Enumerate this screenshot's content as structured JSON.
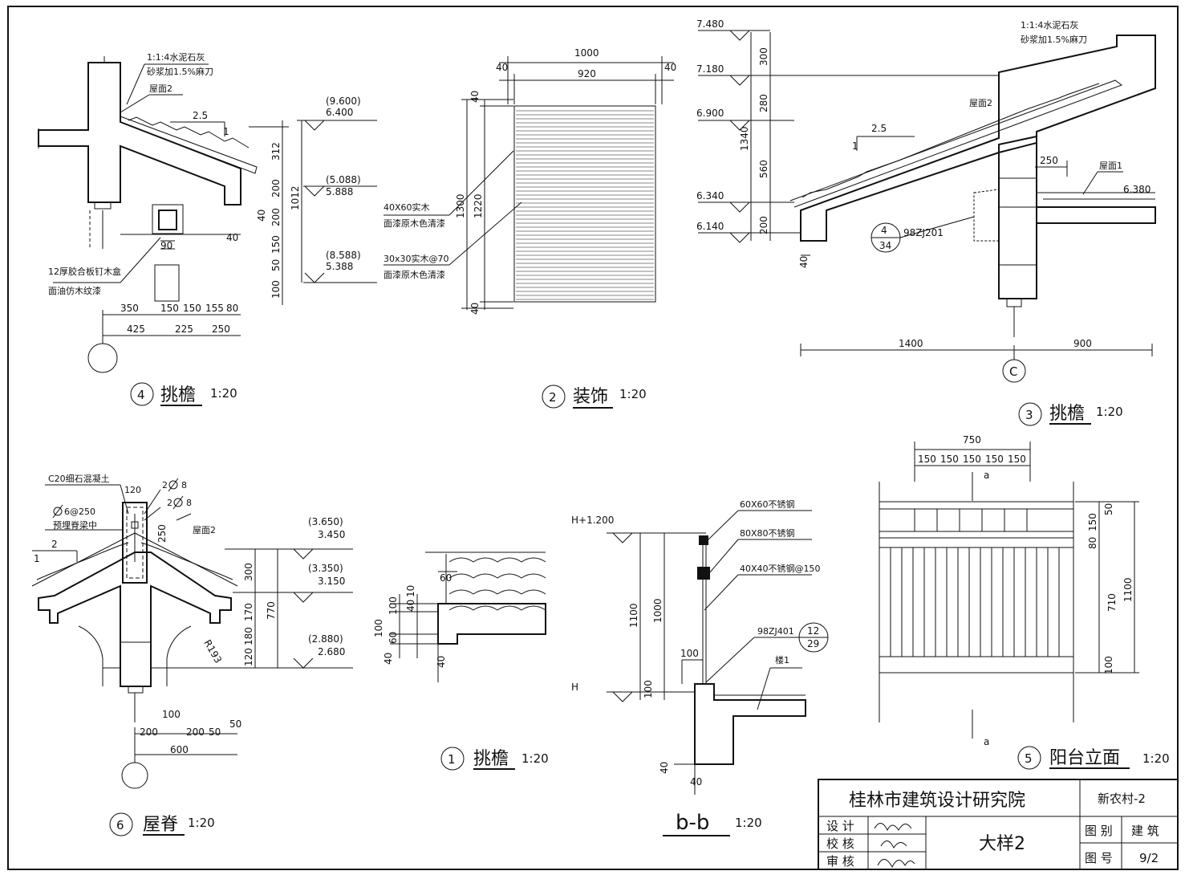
{
  "details": {
    "d4": {
      "num": "4",
      "name": "挑檐",
      "scale": "1:20",
      "note1": "1:1:4水泥石灰",
      "note2": "砂浆加1.5%麻刀",
      "roof": "屋面2",
      "slope": "2.5",
      "slope_unit": "1",
      "elev": [
        "(9.600)",
        "6.400",
        "(5.088)",
        "5.888",
        "(8.588)",
        "5.388"
      ],
      "vdims": [
        "312",
        "200",
        "200",
        "150",
        "50",
        "100"
      ],
      "total": "1012",
      "small": [
        "40",
        "40",
        "90"
      ],
      "hdims_top": [
        "350",
        "150",
        "150",
        "155",
        "80"
      ],
      "hdims_bot": [
        "425",
        "225",
        "250"
      ],
      "box_note1": "12厚胶合板钉木盒",
      "box_note2": "面油仿木纹漆"
    },
    "d2": {
      "num": "2",
      "name": "装饰",
      "scale": "1:20",
      "w_total": "1000",
      "w_in": "920",
      "w_side": "40",
      "h_total": "1300",
      "h_in": "1220",
      "h_side": "40",
      "note1": "40X60实木",
      "note2": "面漆原木色清漆",
      "note3": "30x30实木@70",
      "note4": "面漆原木色清漆"
    },
    "d3": {
      "num": "3",
      "name": "挑檐",
      "scale": "1:20",
      "elev": [
        "7.480",
        "7.180",
        "6.900",
        "6.340",
        "6.140",
        "6.380"
      ],
      "vdims": [
        "300",
        "280",
        "560",
        "200"
      ],
      "total": "1340",
      "note1": "1:1:4水泥石灰",
      "note2": "砂浆加1.5%麻刀",
      "roof2": "屋面2",
      "roof1": "屋面1",
      "slope": "2.5",
      "slope_unit": "1",
      "d250": "250",
      "ref_top": "4",
      "ref_bot": "34",
      "ref_code": "98ZJ201",
      "d40": "40",
      "d1400": "1400",
      "d900": "900",
      "axis": "C"
    },
    "d5": {
      "num": "5",
      "name": "阳台立面",
      "scale": "1:20",
      "w_total": "750",
      "w_parts": [
        "150",
        "150",
        "150",
        "150",
        "150"
      ],
      "v_parts": [
        "50",
        "150",
        "80",
        "710",
        "100"
      ],
      "v_total": "1100",
      "sec": "a"
    },
    "d6": {
      "num": "6",
      "name": "屋脊",
      "scale": "1:20",
      "concrete": "C20细石混凝土",
      "d120": "120",
      "bar1": "2",
      "bar1b": "8",
      "bar2": "2",
      "bar2b": "8",
      "stir": "6@250",
      "embed": "预埋脊梁中",
      "roof": "屋面2",
      "slope": "2",
      "slope_unit": "1",
      "d250": "250",
      "elev": [
        "(3.650)",
        "3.450",
        "(3.350)",
        "3.150",
        "(2.880)",
        "2.680"
      ],
      "vdims": [
        "300",
        "170",
        "180",
        "120"
      ],
      "total": "770",
      "r": "R193",
      "hdims": [
        "100",
        "200",
        "200",
        "50",
        "50"
      ],
      "w": "600"
    },
    "d1": {
      "num": "1",
      "name": "挑檐",
      "scale": "1:20",
      "d60": "60",
      "dims": [
        "40",
        "10",
        "100",
        "100",
        "60",
        "40",
        "40"
      ]
    },
    "bb": {
      "name": "b-b",
      "scale": "1:20",
      "elev_top": "H+1.200",
      "elev_bot": "H",
      "d1100": "1100",
      "d1000": "1000",
      "d100": "100",
      "d100b": "100",
      "d40": "40",
      "d40b": "40",
      "m1": "60X60不锈钢",
      "m2": "80X80不锈钢",
      "m3": "40X40不锈钢@150",
      "ref_code": "98ZJ401",
      "ref_top": "12",
      "ref_bot": "29",
      "floor": "楼1"
    }
  },
  "title_block": {
    "institute": "桂林市建筑设计研究院",
    "project": "新农村-2",
    "drawing": "大样2",
    "roles": [
      "设 计",
      "校 核",
      "审 核"
    ],
    "cat_label": "图 别",
    "cat_value": "建 筑",
    "no_label": "图 号",
    "no_value": "9/2"
  }
}
